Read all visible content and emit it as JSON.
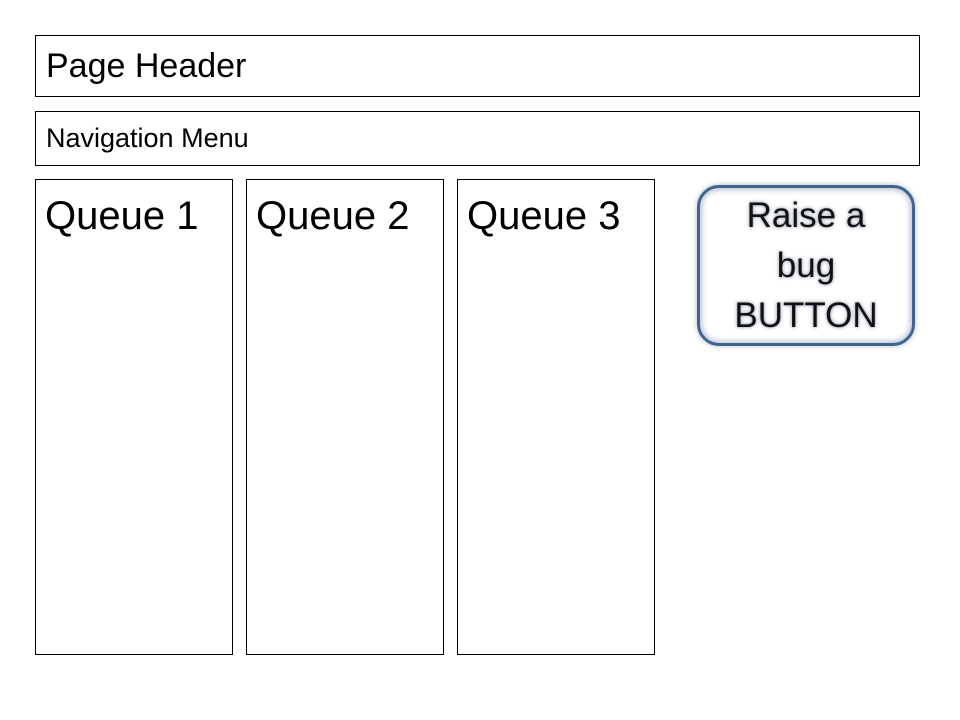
{
  "header": {
    "title": "Page Header"
  },
  "navigation": {
    "label": "Navigation Menu"
  },
  "queues": [
    {
      "label": "Queue 1"
    },
    {
      "label": "Queue 2"
    },
    {
      "label": "Queue 3"
    }
  ],
  "bug_button": {
    "label": "Raise a bug BUTTON"
  },
  "colors": {
    "button_border": "#41648f",
    "box_border": "#000000",
    "background": "#ffffff"
  }
}
